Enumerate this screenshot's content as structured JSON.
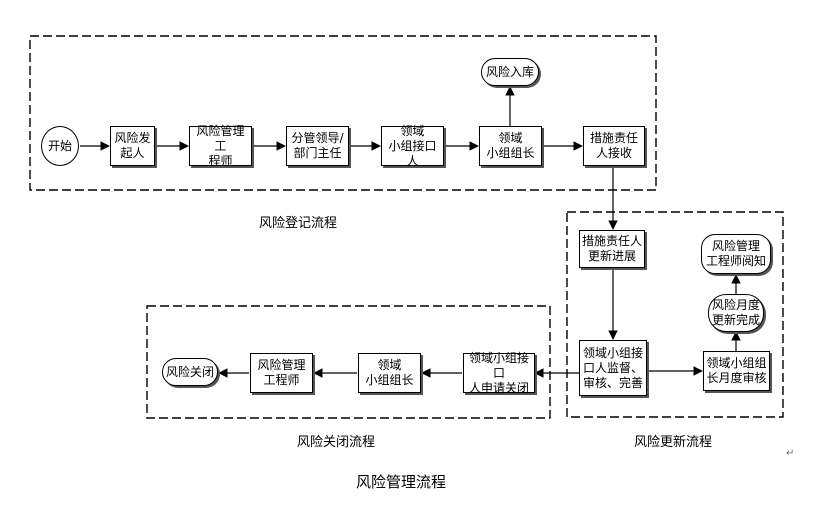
{
  "diagram": {
    "title": "风险管理流程",
    "groups": {
      "registration": "风险登记流程",
      "update": "风险更新流程",
      "closure": "风险关闭流程"
    },
    "nodes": {
      "start": "开始",
      "initiator": "风险发\n起人",
      "engineer1": "风险管理工\n程师",
      "leader": "分管领导/\n部门主任",
      "contact1": "领域\n小组接口人",
      "groupLead1": "领域\n小组组长",
      "storage": "风险入库",
      "owner": "措施责任\n人接收",
      "ownerUpdate": "措施责任人\n更新进展",
      "contactReview": "领域小组接\n口人监督、\n审核、完善",
      "monthlyReview": "领域小组组\n长月度审核",
      "monthlyDone": "风险月度\n更新完成",
      "engineerNotify": "风险管理\n工程师阅知",
      "closeRequest": "领域小组接口\n人申请关闭",
      "groupLead2": "领域\n小组组长",
      "engineer2": "风险管理\n工程师",
      "closed": "风险关闭"
    },
    "end_mark": "↵"
  }
}
